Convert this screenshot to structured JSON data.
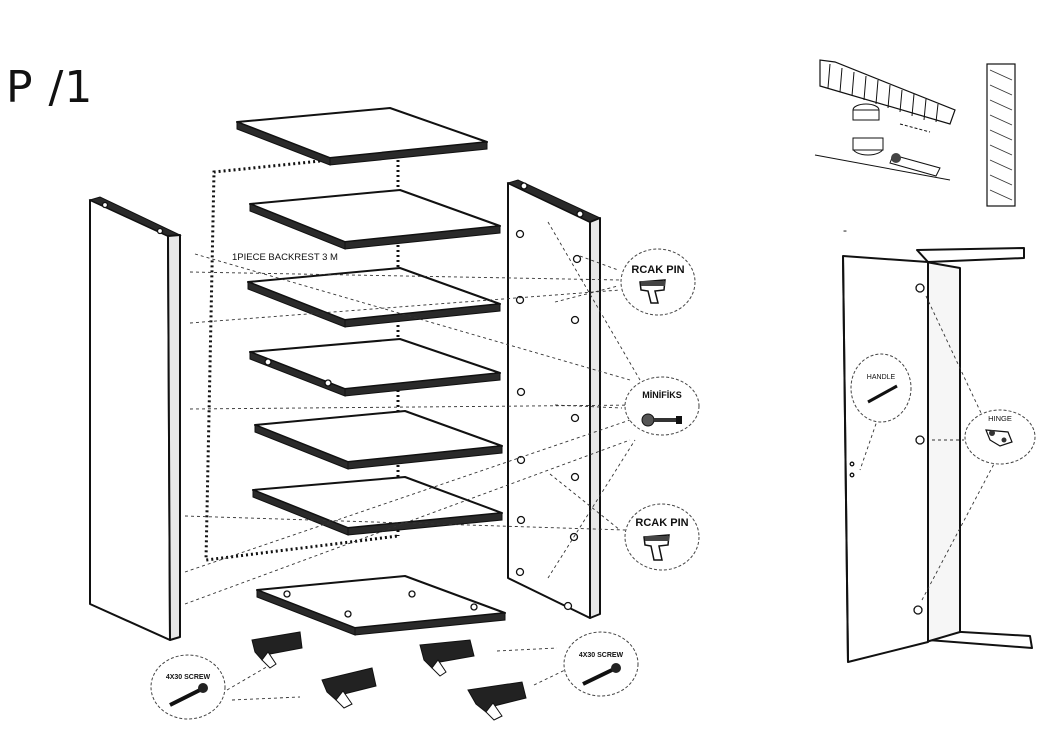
{
  "step": {
    "title": "P /1"
  },
  "labels": {
    "backrest": "1PIECE BACKREST 3 M",
    "rcak_pin_top": "RCAK PIN",
    "minifiks": "MİNİFİKS",
    "rcak_pin_bottom": "RCAK PIN",
    "screw_left": "4X30 SCREW",
    "screw_right": "4X30 SCREW",
    "handle": "HANDLE",
    "hinge": "HINGE",
    "dash_mark": "-"
  }
}
